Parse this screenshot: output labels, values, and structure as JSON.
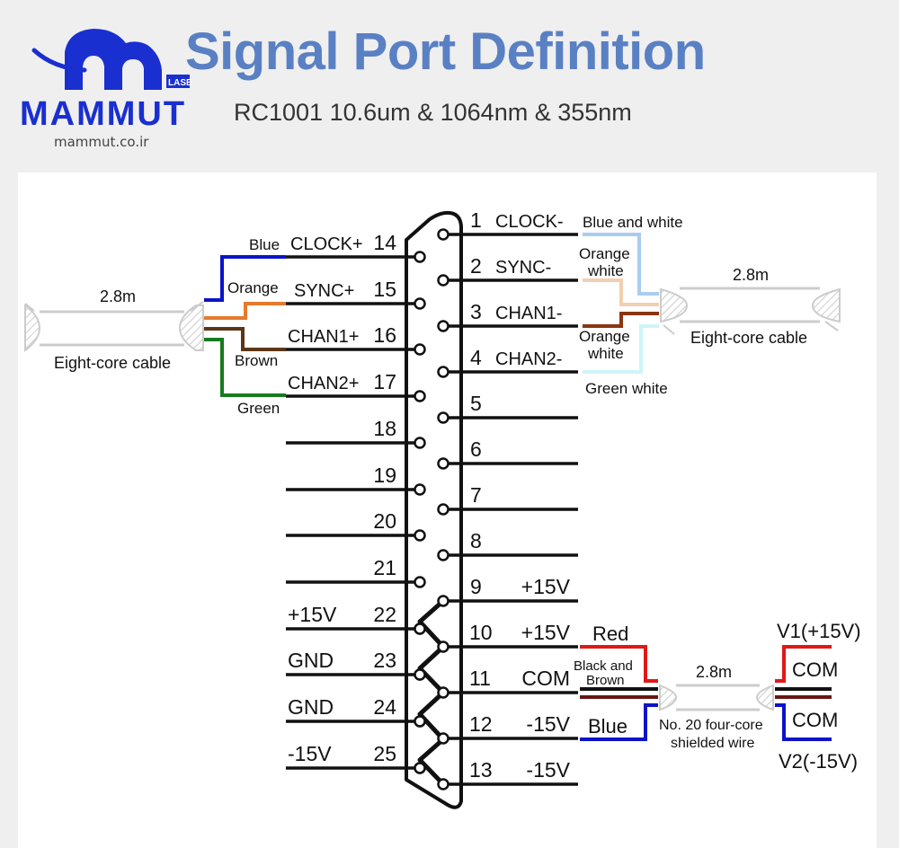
{
  "header": {
    "brand": "MAMMUT",
    "brand_tag": "LASER",
    "website": "mammut.co.ir",
    "title": "Signal Port Definition",
    "subtitle": "RC1001 10.6um & 1064nm & 355nm"
  },
  "colors": {
    "title": "#5a80c4",
    "brand": "#1a2fd0",
    "blue": "#0a14c8",
    "orange": "#e67a2e",
    "brown": "#5c3616",
    "green": "#177a1e",
    "blue_white": "#a8cdf0",
    "orange_white": "#f2cfb0",
    "orange_white_dark": "#8b3510",
    "green_white": "#cdf5f8",
    "red": "#e01818",
    "black": "#111111",
    "dark_brown": "#6a1515",
    "cable_gray": "#cccccc"
  },
  "connector": {
    "left_pins": [
      {
        "num": "14",
        "signal": "CLOCK+"
      },
      {
        "num": "15",
        "signal": "SYNC+"
      },
      {
        "num": "16",
        "signal": "CHAN1+"
      },
      {
        "num": "17",
        "signal": "CHAN2+"
      },
      {
        "num": "18",
        "signal": ""
      },
      {
        "num": "19",
        "signal": ""
      },
      {
        "num": "20",
        "signal": ""
      },
      {
        "num": "21",
        "signal": ""
      },
      {
        "num": "22",
        "signal": "+15V"
      },
      {
        "num": "23",
        "signal": "GND"
      },
      {
        "num": "24",
        "signal": "GND"
      },
      {
        "num": "25",
        "signal": "-15V"
      }
    ],
    "right_pins": [
      {
        "num": "1",
        "signal": "CLOCK-"
      },
      {
        "num": "2",
        "signal": "SYNC-"
      },
      {
        "num": "3",
        "signal": "CHAN1-"
      },
      {
        "num": "4",
        "signal": "CHAN2-"
      },
      {
        "num": "5",
        "signal": ""
      },
      {
        "num": "6",
        "signal": ""
      },
      {
        "num": "7",
        "signal": ""
      },
      {
        "num": "8",
        "signal": ""
      },
      {
        "num": "9",
        "signal": "+15V"
      },
      {
        "num": "10",
        "signal": "+15V"
      },
      {
        "num": "11",
        "signal": "COM"
      },
      {
        "num": "12",
        "signal": "-15V"
      },
      {
        "num": "13",
        "signal": "-15V"
      }
    ]
  },
  "left_cable": {
    "length": "2.8m",
    "label": "Eight-core cable",
    "wires": [
      {
        "label": "Blue",
        "pin": "14"
      },
      {
        "label": "Orange",
        "pin": "15"
      },
      {
        "label": "Brown",
        "pin": "16"
      },
      {
        "label": "Green",
        "pin": "17"
      }
    ]
  },
  "right_cable": {
    "length": "2.8m",
    "label": "Eight-core cable",
    "wires": [
      {
        "label": "Blue and white",
        "pin": "1"
      },
      {
        "label": "Orange white",
        "pin": "2"
      },
      {
        "label": "Orange white",
        "pin": "3"
      },
      {
        "label": "Green white",
        "pin": "4"
      }
    ]
  },
  "power_cable": {
    "length": "2.8m",
    "label_line1": "No. 20 four-core",
    "label_line2": "shielded wire",
    "wire_red": "Red",
    "wire_black_brown_line1": "Black and",
    "wire_black_brown_line2": "Brown",
    "wire_blue": "Blue",
    "out_v1": "V1(+15V)",
    "out_com1": "COM",
    "out_com2": "COM",
    "out_v2": "V2(-15V)"
  }
}
